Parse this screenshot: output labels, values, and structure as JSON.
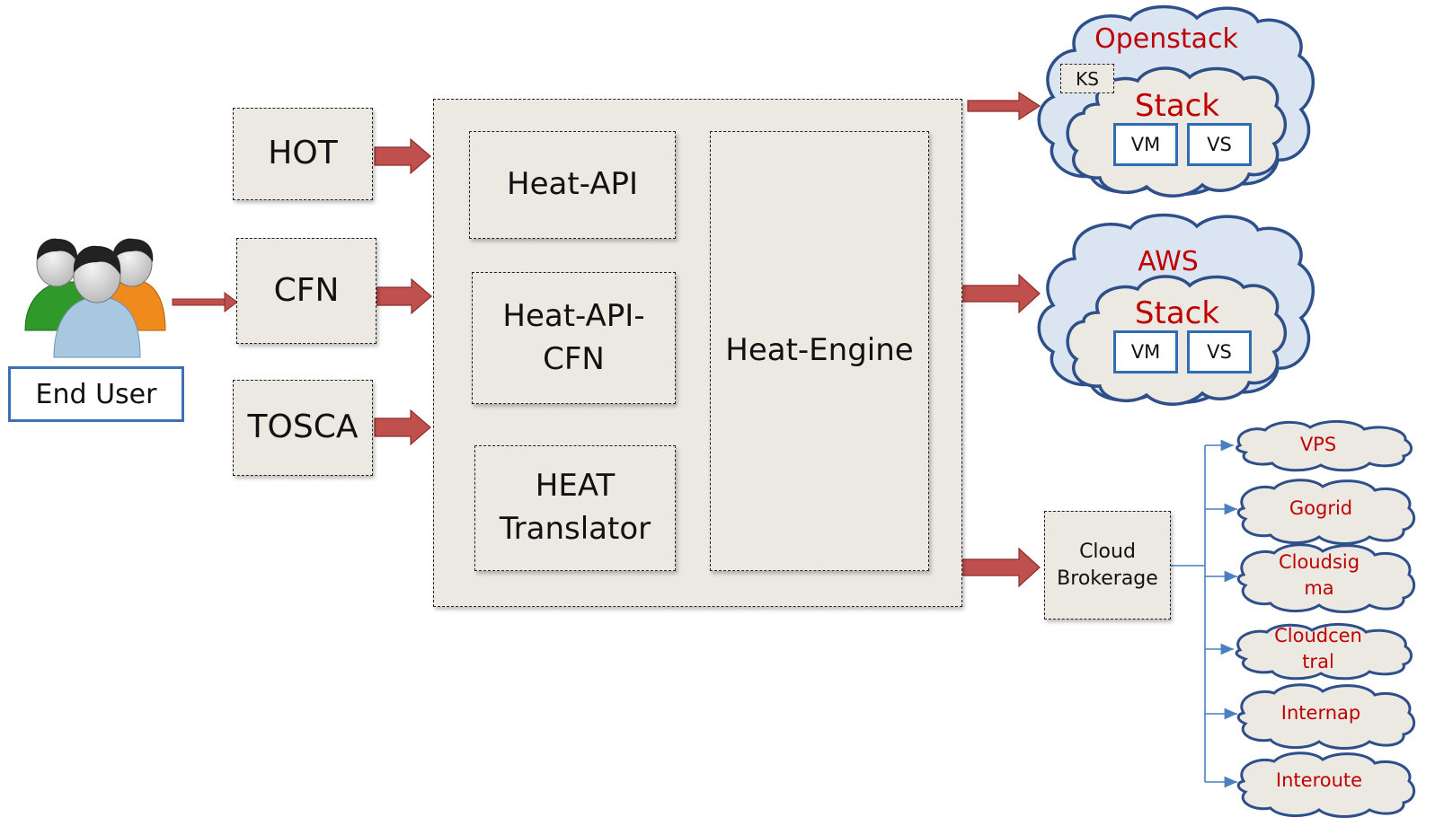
{
  "end_user": {
    "label": "End User"
  },
  "templates": {
    "hot": "HOT",
    "cfn": "CFN",
    "tosca": "TOSCA"
  },
  "heat": {
    "api": "Heat-API",
    "api_cfn": "Heat-API-\nCFN",
    "translator": "HEAT\nTranslator",
    "engine": "Heat-Engine"
  },
  "clouds": {
    "openstack": {
      "title": "Openstack",
      "ks": "KS",
      "stack": "Stack",
      "vm": "VM",
      "vs": "VS"
    },
    "aws": {
      "title": "AWS",
      "stack": "Stack",
      "vm": "VM",
      "vs": "VS"
    }
  },
  "broker": {
    "label": "Cloud\nBrokerage"
  },
  "providers": [
    "VPS",
    "Gogrid",
    "Cloudsig\nma",
    "Cloudcen\ntral",
    "Internap",
    "Interoute"
  ],
  "colors": {
    "arrow_fill": "#c0504d",
    "arrow_stroke": "#8b2d2a",
    "cloud_fill": "#dbe5f1",
    "cloud_stroke": "#2e4f8a",
    "inner_cloud_fill": "#ebe9e2",
    "label_red": "#c00000",
    "connector_blue": "#4a7fc1"
  },
  "icons": {
    "users": "group-of-users-icon"
  }
}
